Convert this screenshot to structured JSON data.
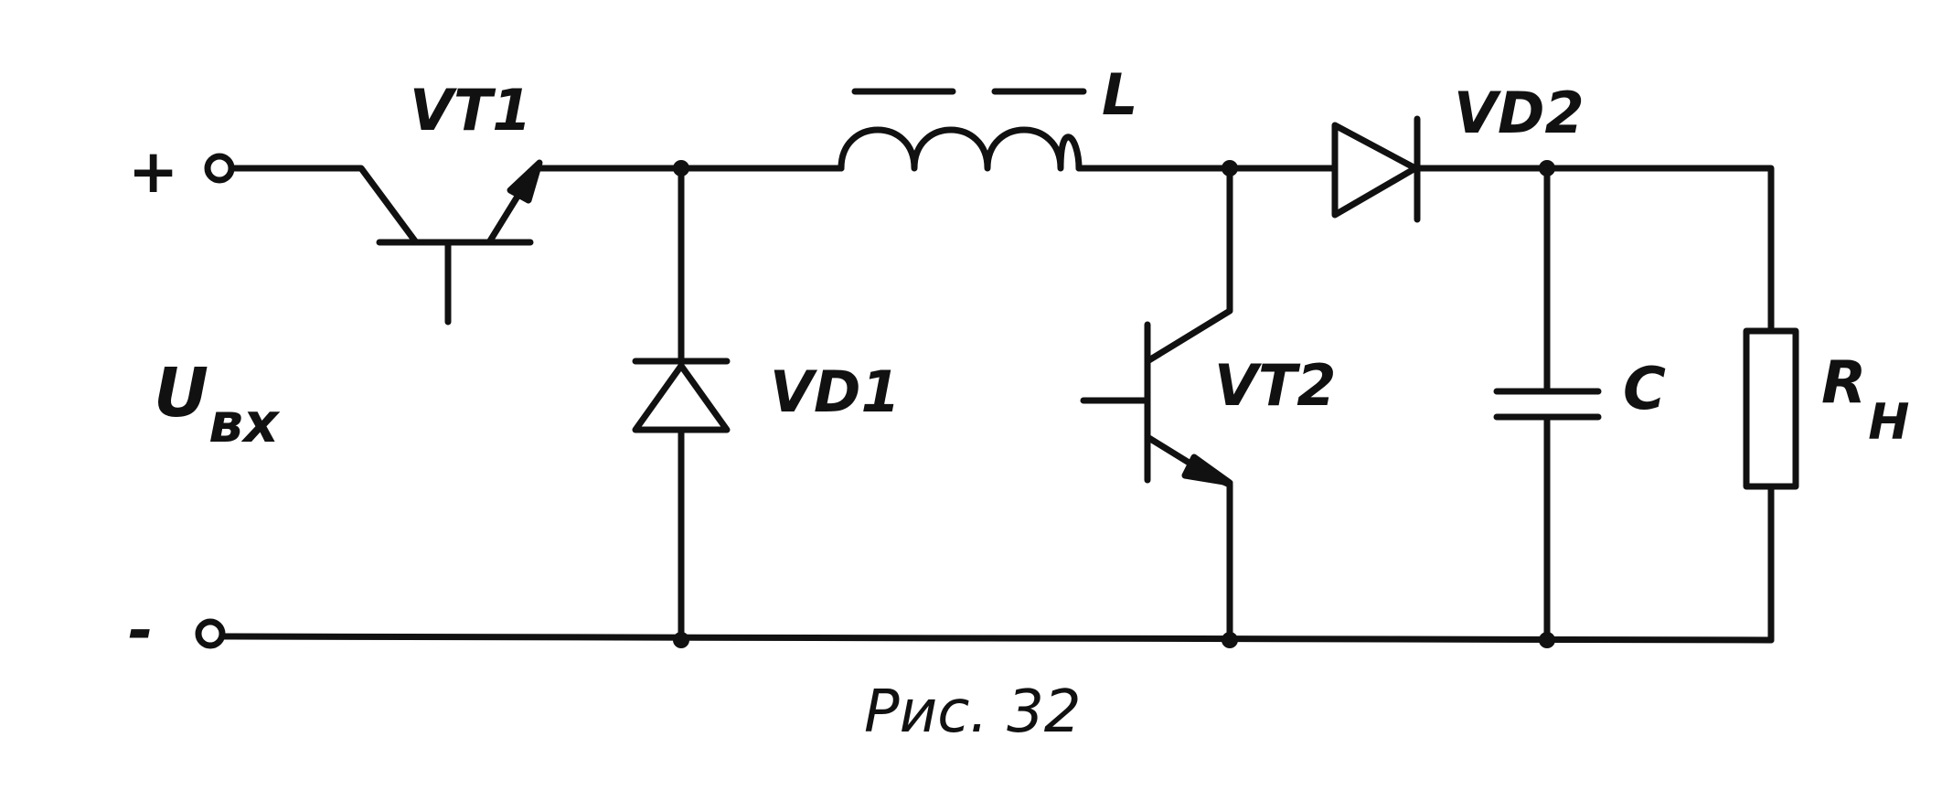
{
  "diagram": {
    "caption": "Рис. 32",
    "terminals": {
      "plus": "+",
      "minus": "-"
    },
    "input_voltage": {
      "main": "U",
      "sub": "вх"
    },
    "components": {
      "VT1": "VT1",
      "L": "L",
      "VD2": "VD2",
      "VD1": "VD1",
      "VT2": "VT2",
      "C": "C",
      "RH": {
        "main": "R",
        "sub": "H"
      }
    },
    "colors": {
      "ink": "#111111",
      "background": "#ffffff"
    }
  }
}
